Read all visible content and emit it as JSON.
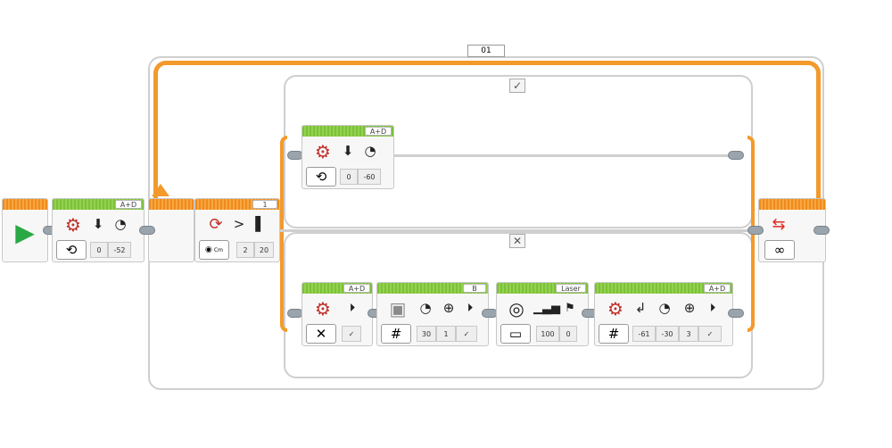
{
  "loop": {
    "name": "01",
    "mode_icon": "infinity-icon",
    "mode_glyph": "∞"
  },
  "switch": {
    "case_true_icon": "checkmark-icon",
    "case_true_glyph": "✓",
    "case_false_icon": "cross-icon",
    "case_false_glyph": "✕",
    "port": "1",
    "compare_glyph": ">",
    "threshold": "2",
    "value": "20",
    "unit": "Cm"
  },
  "start_block": {
    "icon": "play-icon",
    "glyph": "▶"
  },
  "move_block_1": {
    "port": "A+D",
    "mode_glyph": "⟲",
    "steering": "0",
    "power": "-52"
  },
  "move_block_2": {
    "port": "A+D",
    "mode_glyph": "⟲",
    "steering": "0",
    "power": "-60"
  },
  "move_block_3": {
    "port": "A+D",
    "mode_glyph": "✕",
    "brake": "✓"
  },
  "medium_motor": {
    "port": "B",
    "mode_glyph": "#",
    "power": "30",
    "rotations": "1",
    "brake": "✓"
  },
  "sound_block": {
    "port": "Laser",
    "mode_glyph": "▭",
    "volume": "100",
    "play_type": "0"
  },
  "move_block_4": {
    "port": "A+D",
    "mode_glyph": "#",
    "steering": "-61",
    "power": "-30",
    "rotations": "3",
    "brake": "✓"
  },
  "colors": {
    "loop_orange": "#f39a2b",
    "move_green": "#7cc13a",
    "wire_gray": "#cfcfcf"
  }
}
